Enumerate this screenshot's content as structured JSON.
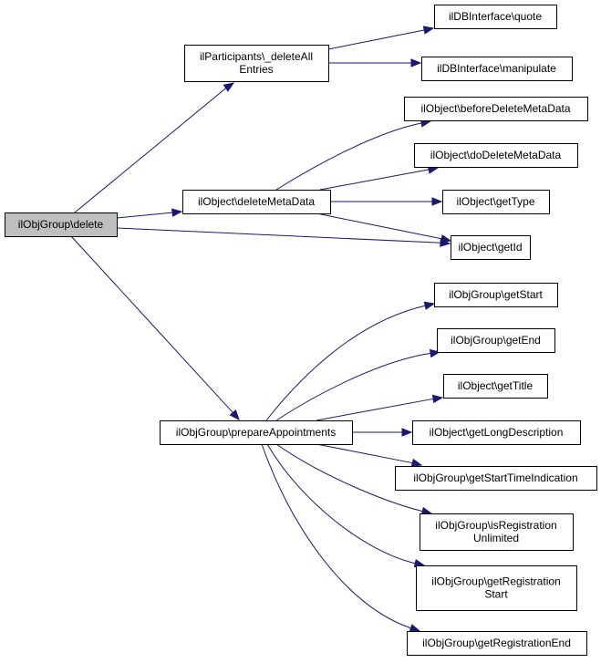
{
  "diagram": {
    "type": "call-graph",
    "colors": {
      "edge": "#191970",
      "root_fill": "#bfbfbf",
      "node_fill": "#ffffff",
      "node_border": "#000000"
    },
    "nodes": [
      {
        "id": "delete",
        "lines": [
          "ilObjGroup\\delete"
        ],
        "root": true
      },
      {
        "id": "deleteAllEntries",
        "lines": [
          "ilParticipants\\_deleteAll",
          "Entries"
        ]
      },
      {
        "id": "quote",
        "lines": [
          "ilDBInterface\\quote"
        ]
      },
      {
        "id": "manipulate",
        "lines": [
          "ilDBInterface\\manipulate"
        ]
      },
      {
        "id": "beforeDeleteMetaData",
        "lines": [
          "ilObject\\beforeDeleteMetaData"
        ]
      },
      {
        "id": "doDeleteMetaData",
        "lines": [
          "ilObject\\doDeleteMetaData"
        ]
      },
      {
        "id": "deleteMetaData",
        "lines": [
          "ilObject\\deleteMetaData"
        ]
      },
      {
        "id": "getType",
        "lines": [
          "ilObject\\getType"
        ]
      },
      {
        "id": "getId",
        "lines": [
          "ilObject\\getId"
        ]
      },
      {
        "id": "getStart",
        "lines": [
          "ilObjGroup\\getStart"
        ]
      },
      {
        "id": "getEnd",
        "lines": [
          "ilObjGroup\\getEnd"
        ]
      },
      {
        "id": "getTitle",
        "lines": [
          "ilObject\\getTitle"
        ]
      },
      {
        "id": "prepareAppointments",
        "lines": [
          "ilObjGroup\\prepareAppointments"
        ]
      },
      {
        "id": "getLongDescription",
        "lines": [
          "ilObject\\getLongDescription"
        ]
      },
      {
        "id": "getStartTimeIndication",
        "lines": [
          "ilObjGroup\\getStartTimeIndication"
        ]
      },
      {
        "id": "isRegistrationUnlimited",
        "lines": [
          "ilObjGroup\\isRegistration",
          "Unlimited"
        ]
      },
      {
        "id": "getRegistrationStart",
        "lines": [
          "ilObjGroup\\getRegistration",
          "Start"
        ]
      },
      {
        "id": "getRegistrationEnd",
        "lines": [
          "ilObjGroup\\getRegistrationEnd"
        ]
      }
    ],
    "edges": [
      {
        "from": "delete",
        "to": "deleteAllEntries"
      },
      {
        "from": "delete",
        "to": "deleteMetaData"
      },
      {
        "from": "delete",
        "to": "getId"
      },
      {
        "from": "delete",
        "to": "prepareAppointments"
      },
      {
        "from": "deleteAllEntries",
        "to": "quote"
      },
      {
        "from": "deleteAllEntries",
        "to": "manipulate"
      },
      {
        "from": "deleteMetaData",
        "to": "beforeDeleteMetaData"
      },
      {
        "from": "deleteMetaData",
        "to": "doDeleteMetaData"
      },
      {
        "from": "deleteMetaData",
        "to": "getType"
      },
      {
        "from": "deleteMetaData",
        "to": "getId"
      },
      {
        "from": "prepareAppointments",
        "to": "getStart"
      },
      {
        "from": "prepareAppointments",
        "to": "getEnd"
      },
      {
        "from": "prepareAppointments",
        "to": "getTitle"
      },
      {
        "from": "prepareAppointments",
        "to": "getLongDescription"
      },
      {
        "from": "prepareAppointments",
        "to": "getStartTimeIndication"
      },
      {
        "from": "prepareAppointments",
        "to": "isRegistrationUnlimited"
      },
      {
        "from": "prepareAppointments",
        "to": "getRegistrationStart"
      },
      {
        "from": "prepareAppointments",
        "to": "getRegistrationEnd"
      }
    ]
  }
}
